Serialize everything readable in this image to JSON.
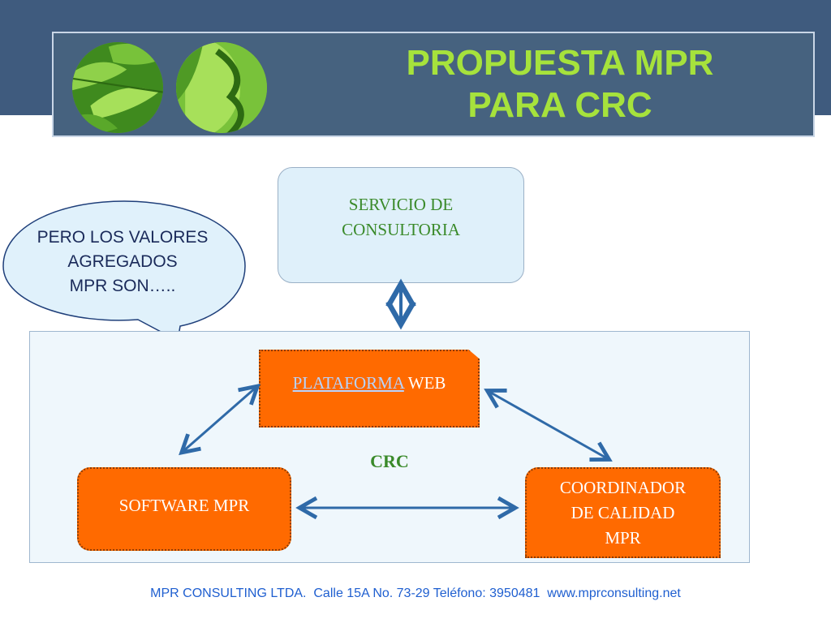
{
  "header": {
    "title": "PROPUESTA MPR\nPARA CRC",
    "title_line1": "PROPUESTA MPR",
    "title_line2": "PARA CRC",
    "title_color": "#a6e23c",
    "band_color": "#3f5b7e"
  },
  "decor": {
    "left_image": "green-leaf-image",
    "right_image": "green-leaf-image"
  },
  "callout": {
    "text": "PERO LOS VALORES\nAGREGADOS\nMPR SON….."
  },
  "diagram": {
    "consulting_node": "SERVICIO DE\nCONSULTORIA",
    "web_node_link": "PLATAFORMA",
    "web_node_rest": " WEB",
    "software_node": "SOFTWARE MPR",
    "coordinator_node": "COORDINADOR\nDE CALIDAD\nMPR",
    "group_label": "CRC",
    "node_color": "#ff6a00",
    "arrow_color": "#2f6aa8"
  },
  "footer": {
    "text": "MPR CONSULTING LTDA.  Calle 15A No. 73-29 Teléfono: 3950481  www.mprconsulting.net"
  }
}
